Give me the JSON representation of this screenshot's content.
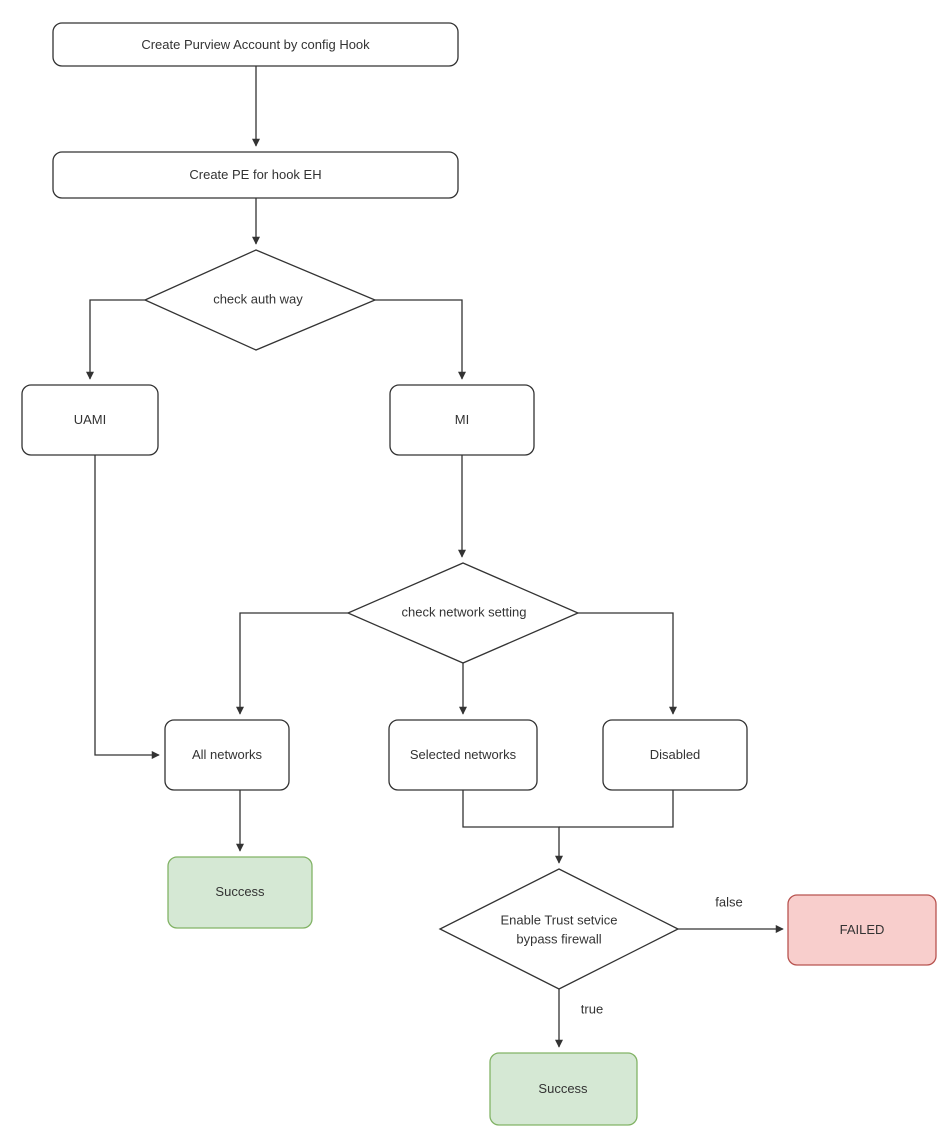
{
  "diagram": {
    "type": "flowchart",
    "title": "Create Purview Account by config Hook",
    "colors": {
      "stroke": "#333333",
      "node_fill": "#ffffff",
      "success_fill": "#d5e8d4",
      "success_stroke": "#82b366",
      "failed_fill": "#f8cecc",
      "failed_stroke": "#b85450",
      "text": "#333333",
      "background": "#ffffff"
    },
    "nodes": {
      "create_account": {
        "label": "Create Purview Account by config Hook",
        "shape": "rounded-rect"
      },
      "create_pe": {
        "label": "Create PE for hook EH",
        "shape": "rounded-rect"
      },
      "check_auth": {
        "label": "check auth way",
        "shape": "diamond"
      },
      "uami": {
        "label": "UAMI",
        "shape": "rounded-rect"
      },
      "mi": {
        "label": "MI",
        "shape": "rounded-rect"
      },
      "check_network": {
        "label": "check network setting",
        "shape": "diamond"
      },
      "all_networks": {
        "label": "All networks",
        "shape": "rounded-rect"
      },
      "selected_networks": {
        "label": "Selected networks",
        "shape": "rounded-rect"
      },
      "disabled": {
        "label": "Disabled",
        "shape": "rounded-rect"
      },
      "success_left": {
        "label": "Success",
        "shape": "rounded-rect"
      },
      "enable_trust": {
        "label_line1": "Enable Trust setvice",
        "label_line2": "bypass firewall",
        "shape": "diamond"
      },
      "failed": {
        "label": "FAILED",
        "shape": "rounded-rect"
      },
      "success_bottom": {
        "label": "Success",
        "shape": "rounded-rect"
      }
    },
    "edge_labels": {
      "trust_false": "false",
      "trust_true": "true"
    }
  }
}
